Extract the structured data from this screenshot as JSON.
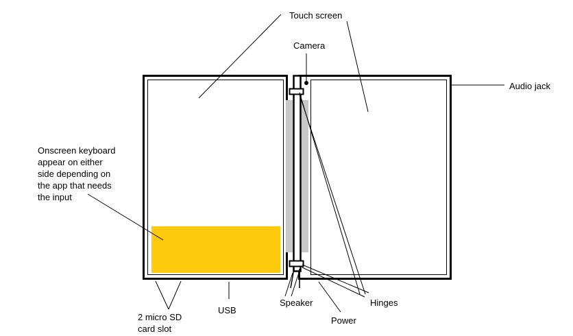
{
  "diagram": {
    "colors": {
      "outline": "#000000",
      "hinge_gray": "#c8c8c8",
      "keyboard_fill": "#ffc90e",
      "background": "#ffffff"
    },
    "labels": {
      "touch_screen": "Touch screen",
      "camera": "Camera",
      "audio_jack": "Audio jack",
      "keyboard": [
        "Onscreen keyboard",
        "appear on either",
        "side depending on",
        "the app that needs",
        "the input"
      ],
      "usb": "USB",
      "speaker": "Speaker",
      "power": "Power",
      "hinges": "Hinges",
      "sd_slot": [
        "2 micro SD",
        "card slot"
      ]
    }
  }
}
